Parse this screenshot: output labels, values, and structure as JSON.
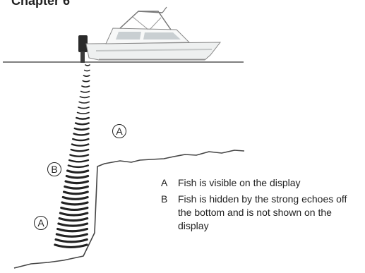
{
  "caption_fragment": "Chapter 6",
  "callouts": {
    "a_upper": "A",
    "b": "B",
    "a_lower": "A"
  },
  "legend": [
    {
      "key": "A",
      "text": "Fish is visible on the display"
    },
    {
      "key": "B",
      "text": "Fish is hidden by the strong echoes off the bottom and is not shown on the display"
    }
  ],
  "colors": {
    "ink": "#222222",
    "hull": "#eef0f0",
    "bottom_line": "#444444",
    "water_line": "#555555"
  }
}
